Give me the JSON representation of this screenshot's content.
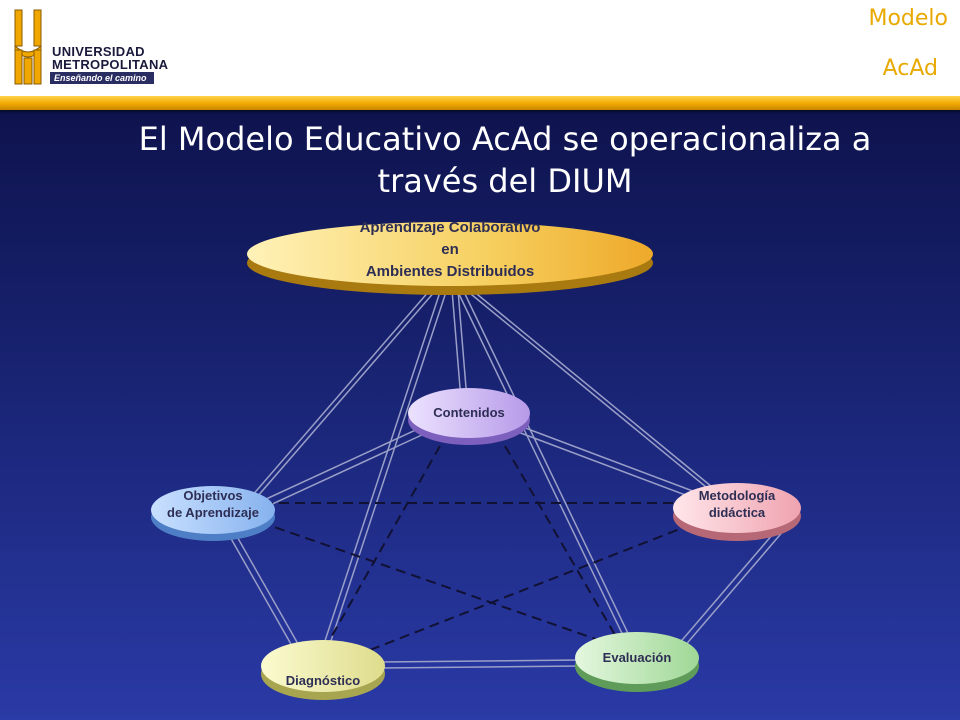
{
  "header": {
    "logo": {
      "line1": "UNIVERSIDAD",
      "line2": "METROPOLITANA",
      "tagline": "Enseñando el camino"
    },
    "corner_line1": "Modelo",
    "corner_line2": "AcAd"
  },
  "slide": {
    "title": "El Modelo Educativo AcAd se operacionaliza a través del DIUM"
  },
  "diagram": {
    "top": {
      "line1": "Aprendizaje Colaborativo",
      "line2": "en",
      "line3": "Ambientes Distribuidos",
      "color": "#f3c24a"
    },
    "nodes": {
      "contenidos": {
        "label": "Contenidos",
        "color": "#b79ae8"
      },
      "objetivos": {
        "line1": "Objetivos",
        "line2": "de Aprendizaje",
        "color": "#8fb9f0"
      },
      "metodologia": {
        "line1": "Metodología",
        "line2": "didáctica",
        "color": "#f1a9b4"
      },
      "diagnostico": {
        "label": "Diagnóstico",
        "color": "#e6e49a"
      },
      "evaluacion": {
        "label": "Evaluación",
        "color": "#a8dfa0"
      }
    }
  }
}
